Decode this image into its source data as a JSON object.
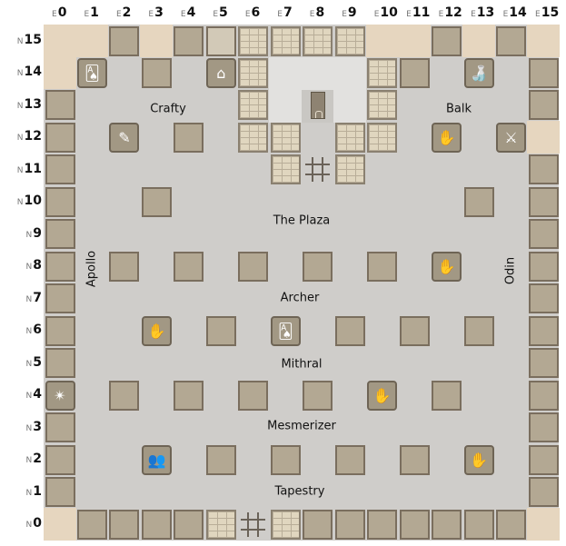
{
  "columns": [
    "0",
    "1",
    "2",
    "3",
    "4",
    "5",
    "6",
    "7",
    "8",
    "9",
    "10",
    "11",
    "12",
    "13",
    "14",
    "15"
  ],
  "rows": [
    "15",
    "14",
    "13",
    "12",
    "11",
    "10",
    "9",
    "8",
    "7",
    "6",
    "5",
    "4",
    "3",
    "2",
    "1",
    "0"
  ],
  "col_prefix": "E",
  "row_prefix": "N",
  "colors": {
    "ground": "#cfcdca",
    "sand": "#e6d6bf",
    "tile": "#b3a893"
  },
  "sand_cells": [
    [
      0,
      15
    ],
    [
      1,
      15
    ],
    [
      3,
      15
    ],
    [
      10,
      15
    ],
    [
      11,
      15
    ],
    [
      13,
      15
    ],
    [
      15,
      15
    ],
    [
      0,
      14
    ],
    [
      15,
      12
    ],
    [
      0,
      0
    ],
    [
      15,
      0
    ]
  ],
  "cells": [
    {
      "e": 2,
      "n": 15,
      "type": "plain"
    },
    {
      "e": 4,
      "n": 15,
      "type": "plain"
    },
    {
      "e": 5,
      "n": 15,
      "type": "light"
    },
    {
      "e": 6,
      "n": 15,
      "type": "brick"
    },
    {
      "e": 7,
      "n": 15,
      "type": "brick"
    },
    {
      "e": 8,
      "n": 15,
      "type": "brick"
    },
    {
      "e": 9,
      "n": 15,
      "type": "brick"
    },
    {
      "e": 12,
      "n": 15,
      "type": "plain"
    },
    {
      "e": 14,
      "n": 15,
      "type": "plain"
    },
    {
      "e": 1,
      "n": 14,
      "type": "cards-icon"
    },
    {
      "e": 3,
      "n": 14,
      "type": "plain"
    },
    {
      "e": 5,
      "n": 14,
      "type": "temple-icon"
    },
    {
      "e": 6,
      "n": 14,
      "type": "brick"
    },
    {
      "e": 10,
      "n": 14,
      "type": "brick"
    },
    {
      "e": 11,
      "n": 14,
      "type": "plain"
    },
    {
      "e": 13,
      "n": 14,
      "type": "bottles-icon"
    },
    {
      "e": 15,
      "n": 14,
      "type": "plain"
    },
    {
      "e": 0,
      "n": 13,
      "type": "plain"
    },
    {
      "e": 6,
      "n": 13,
      "type": "brick"
    },
    {
      "e": 8,
      "n": 13,
      "type": "tower"
    },
    {
      "e": 10,
      "n": 13,
      "type": "brick"
    },
    {
      "e": 15,
      "n": 13,
      "type": "plain"
    },
    {
      "e": 0,
      "n": 12,
      "type": "plain"
    },
    {
      "e": 2,
      "n": 12,
      "type": "scroll-icon"
    },
    {
      "e": 4,
      "n": 12,
      "type": "plain"
    },
    {
      "e": 6,
      "n": 12,
      "type": "brick"
    },
    {
      "e": 7,
      "n": 12,
      "type": "brick"
    },
    {
      "e": 9,
      "n": 12,
      "type": "brick"
    },
    {
      "e": 10,
      "n": 12,
      "type": "brick"
    },
    {
      "e": 12,
      "n": 12,
      "type": "gloves-icon"
    },
    {
      "e": 14,
      "n": 12,
      "type": "arms-icon"
    },
    {
      "e": 0,
      "n": 11,
      "type": "plain"
    },
    {
      "e": 7,
      "n": 11,
      "type": "brick"
    },
    {
      "e": 8,
      "n": 11,
      "type": "grate"
    },
    {
      "e": 9,
      "n": 11,
      "type": "brick"
    },
    {
      "e": 15,
      "n": 11,
      "type": "plain"
    },
    {
      "e": 0,
      "n": 10,
      "type": "plain"
    },
    {
      "e": 3,
      "n": 10,
      "type": "plain"
    },
    {
      "e": 13,
      "n": 10,
      "type": "plain"
    },
    {
      "e": 15,
      "n": 10,
      "type": "plain"
    },
    {
      "e": 0,
      "n": 9,
      "type": "plain"
    },
    {
      "e": 15,
      "n": 9,
      "type": "plain"
    },
    {
      "e": 0,
      "n": 8,
      "type": "plain"
    },
    {
      "e": 2,
      "n": 8,
      "type": "plain"
    },
    {
      "e": 4,
      "n": 8,
      "type": "plain"
    },
    {
      "e": 6,
      "n": 8,
      "type": "plain"
    },
    {
      "e": 8,
      "n": 8,
      "type": "plain"
    },
    {
      "e": 10,
      "n": 8,
      "type": "plain"
    },
    {
      "e": 12,
      "n": 8,
      "type": "gloves-icon"
    },
    {
      "e": 15,
      "n": 8,
      "type": "plain"
    },
    {
      "e": 0,
      "n": 7,
      "type": "plain"
    },
    {
      "e": 15,
      "n": 7,
      "type": "plain"
    },
    {
      "e": 0,
      "n": 6,
      "type": "plain"
    },
    {
      "e": 3,
      "n": 6,
      "type": "gloves-icon"
    },
    {
      "e": 5,
      "n": 6,
      "type": "plain"
    },
    {
      "e": 7,
      "n": 6,
      "type": "cards-icon"
    },
    {
      "e": 9,
      "n": 6,
      "type": "plain"
    },
    {
      "e": 11,
      "n": 6,
      "type": "plain"
    },
    {
      "e": 13,
      "n": 6,
      "type": "plain"
    },
    {
      "e": 15,
      "n": 6,
      "type": "plain"
    },
    {
      "e": 0,
      "n": 5,
      "type": "plain"
    },
    {
      "e": 15,
      "n": 5,
      "type": "plain"
    },
    {
      "e": 0,
      "n": 4,
      "type": "compass-icon"
    },
    {
      "e": 2,
      "n": 4,
      "type": "plain"
    },
    {
      "e": 4,
      "n": 4,
      "type": "plain"
    },
    {
      "e": 6,
      "n": 4,
      "type": "plain"
    },
    {
      "e": 8,
      "n": 4,
      "type": "plain"
    },
    {
      "e": 10,
      "n": 4,
      "type": "gloves-icon"
    },
    {
      "e": 12,
      "n": 4,
      "type": "plain"
    },
    {
      "e": 15,
      "n": 4,
      "type": "plain"
    },
    {
      "e": 0,
      "n": 3,
      "type": "plain"
    },
    {
      "e": 15,
      "n": 3,
      "type": "plain"
    },
    {
      "e": 0,
      "n": 2,
      "type": "plain"
    },
    {
      "e": 3,
      "n": 2,
      "type": "people-icon"
    },
    {
      "e": 5,
      "n": 2,
      "type": "plain"
    },
    {
      "e": 7,
      "n": 2,
      "type": "plain"
    },
    {
      "e": 9,
      "n": 2,
      "type": "plain"
    },
    {
      "e": 11,
      "n": 2,
      "type": "plain"
    },
    {
      "e": 13,
      "n": 2,
      "type": "gloves-icon"
    },
    {
      "e": 15,
      "n": 2,
      "type": "plain"
    },
    {
      "e": 0,
      "n": 1,
      "type": "plain"
    },
    {
      "e": 15,
      "n": 1,
      "type": "plain"
    },
    {
      "e": 1,
      "n": 0,
      "type": "plain"
    },
    {
      "e": 2,
      "n": 0,
      "type": "plain"
    },
    {
      "e": 3,
      "n": 0,
      "type": "plain"
    },
    {
      "e": 4,
      "n": 0,
      "type": "plain"
    },
    {
      "e": 5,
      "n": 0,
      "type": "brick"
    },
    {
      "e": 6,
      "n": 0,
      "type": "grate"
    },
    {
      "e": 7,
      "n": 0,
      "type": "brick"
    },
    {
      "e": 8,
      "n": 0,
      "type": "plain"
    },
    {
      "e": 9,
      "n": 0,
      "type": "plain"
    },
    {
      "e": 10,
      "n": 0,
      "type": "plain"
    },
    {
      "e": 11,
      "n": 0,
      "type": "plain"
    },
    {
      "e": 12,
      "n": 0,
      "type": "plain"
    },
    {
      "e": 13,
      "n": 0,
      "type": "plain"
    },
    {
      "e": 14,
      "n": 0,
      "type": "plain"
    }
  ],
  "icon_glyphs": {
    "cards-icon": "🂡",
    "temple-icon": "⌂",
    "bottles-icon": "🍶",
    "scroll-icon": "✎",
    "gloves-icon": "✋",
    "arms-icon": "⚔",
    "compass-icon": "✴",
    "people-icon": "👥"
  },
  "labels": {
    "crafty": "Crafty",
    "balk": "Balk",
    "plaza": "The Plaza",
    "apollo": "Apollo",
    "odin": "Odin",
    "archer": "Archer",
    "mithral": "Mithral",
    "mesmerizer": "Mesmerizer",
    "tapestry": "Tapestry"
  }
}
